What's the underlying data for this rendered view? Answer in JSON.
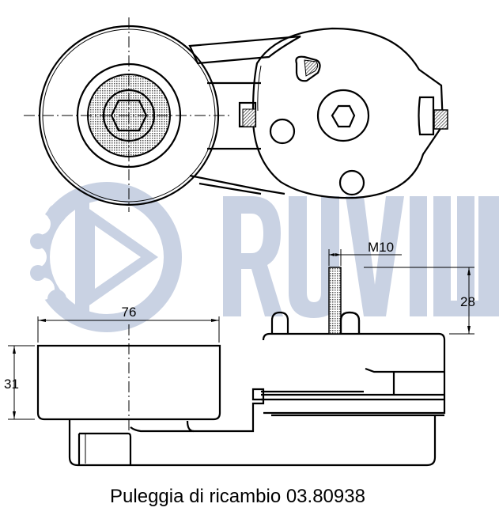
{
  "watermark": {
    "brand_text": "RUVILLE",
    "color": "#c9d2e3"
  },
  "dimensions": {
    "pulley_diameter": "76",
    "pulley_width": "31",
    "thread": "M10",
    "stud_length": "28"
  },
  "caption": "Puleggia di ricambio 03.80938",
  "colors": {
    "line": "#000000",
    "background": "#ffffff",
    "watermark": "#c9d2e3"
  }
}
